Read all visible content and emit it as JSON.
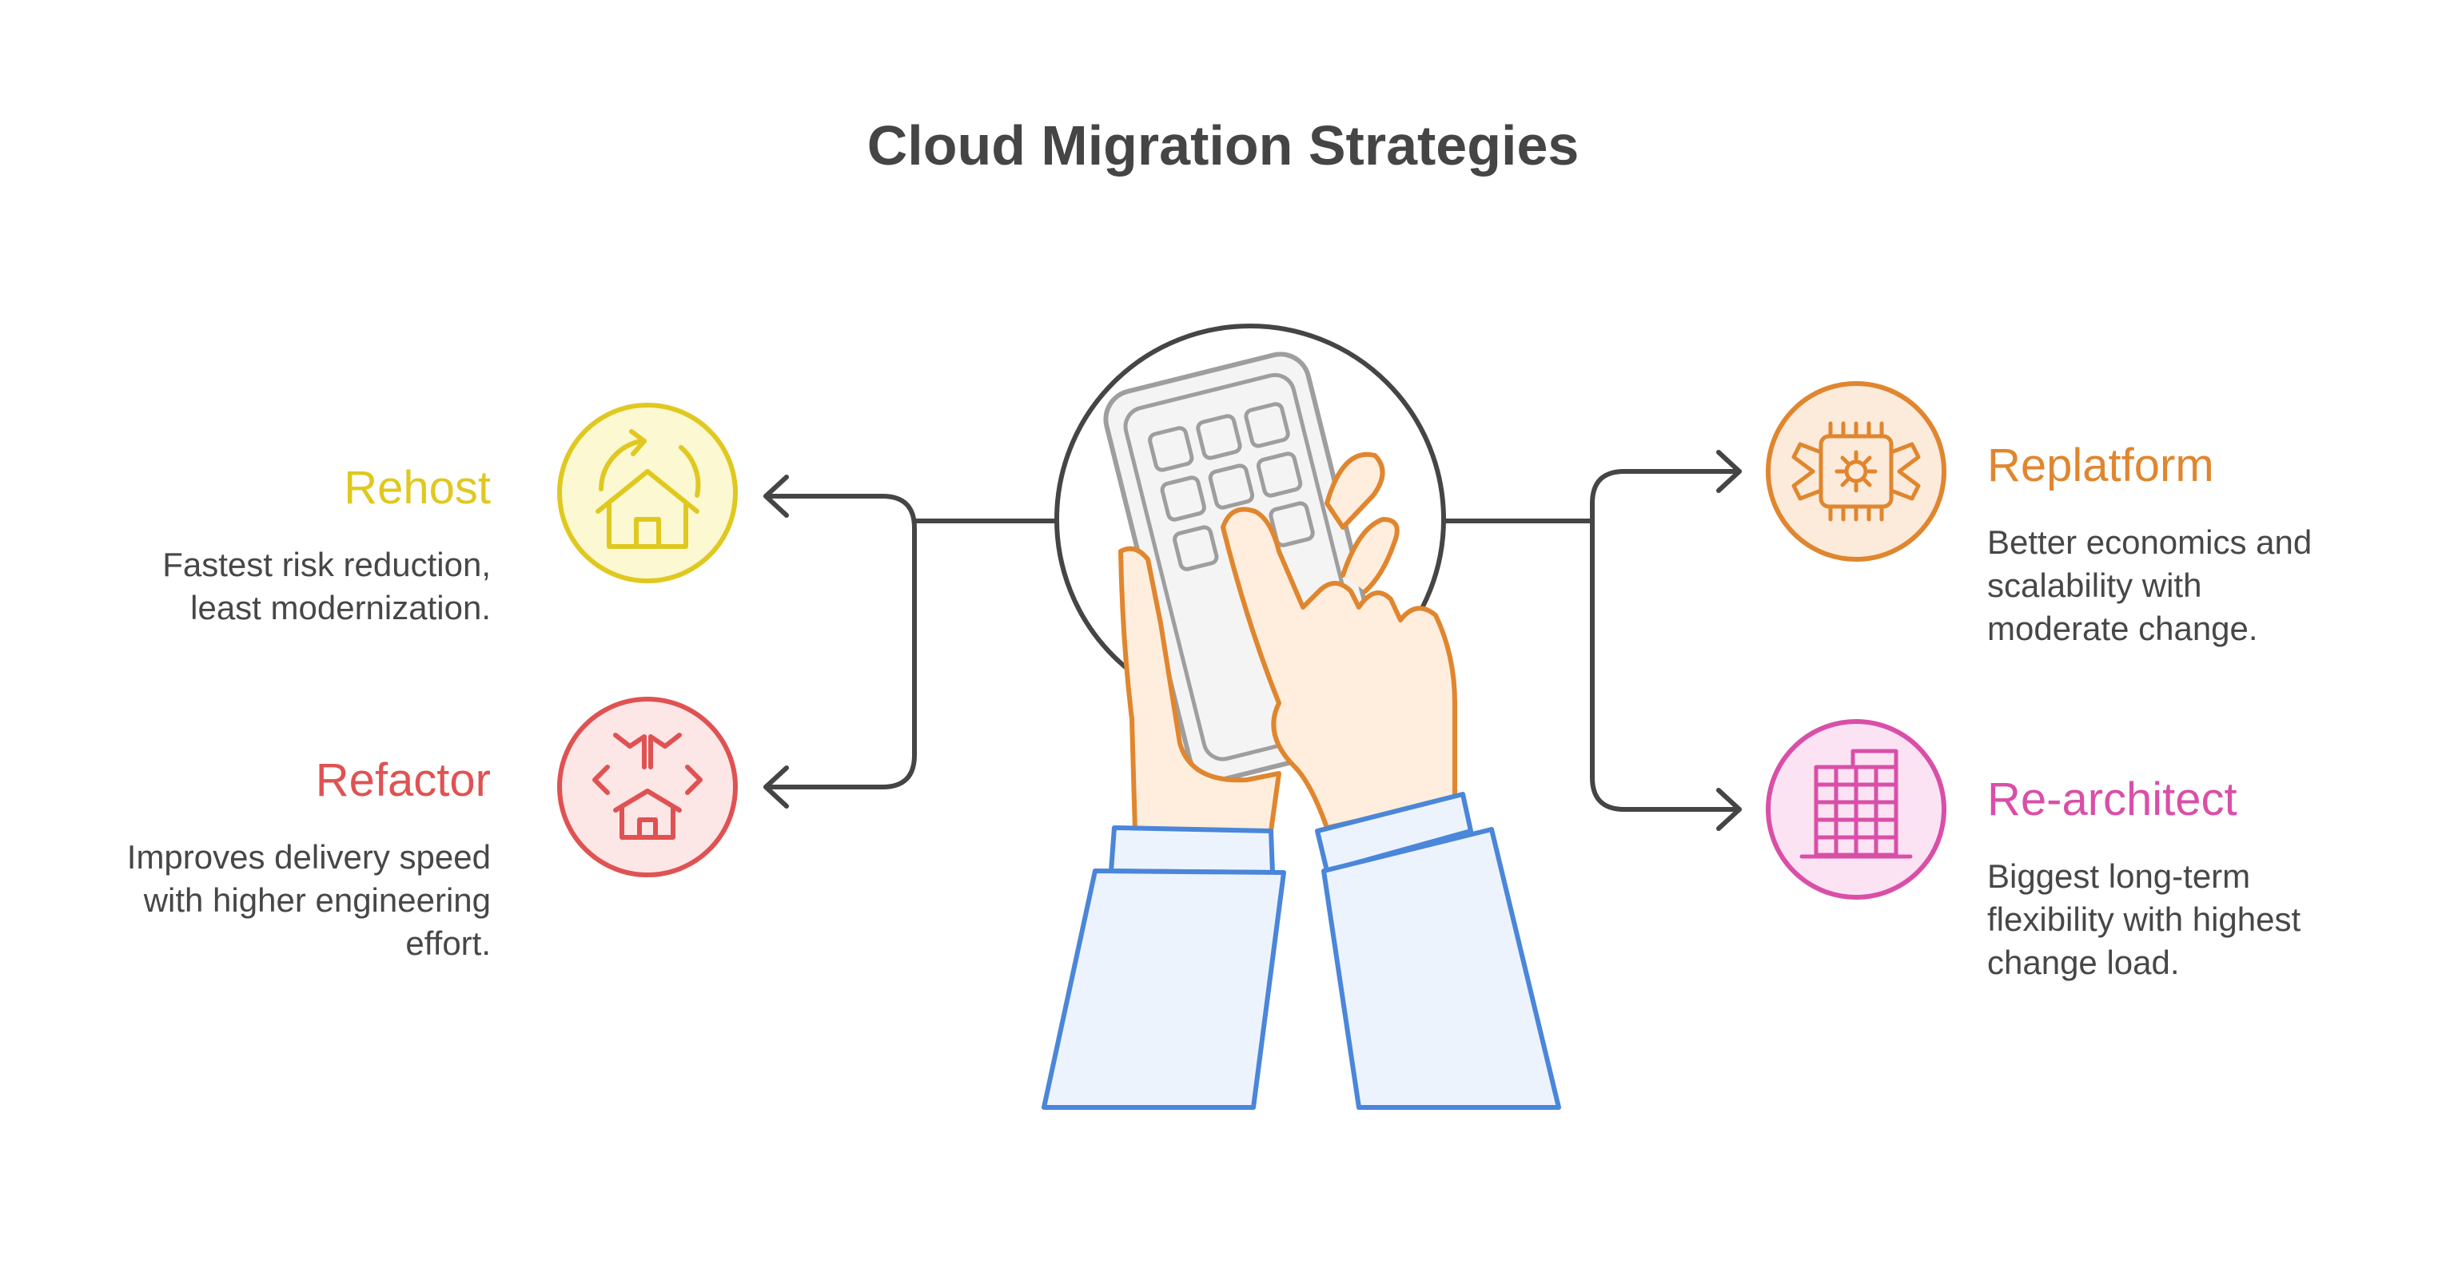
{
  "title": "Cloud Migration Strategies",
  "colors": {
    "rehost": "#E0C81F",
    "refactor": "#E05252",
    "replatform": "#E0862F",
    "rearchitect": "#D94FA8",
    "connector": "#454545",
    "hand_stroke": "#E0862F",
    "sleeve_stroke": "#4A86D9"
  },
  "strategies": {
    "rehost": {
      "label": "Rehost",
      "desc_line1": "Fastest risk reduction,",
      "desc_line2": "least modernization.",
      "icon": "house-refresh-icon"
    },
    "refactor": {
      "label": "Refactor",
      "desc_line1": "Improves delivery speed",
      "desc_line2": "with higher engineering",
      "desc_line3": "effort.",
      "icon": "house-code-icon"
    },
    "replatform": {
      "label": "Replatform",
      "desc_line1": "Better economics and",
      "desc_line2": "scalability with",
      "desc_line3": "moderate change.",
      "icon": "chip-gear-icon"
    },
    "rearchitect": {
      "label": "Re-architect",
      "desc_line1": "Biggest long-term",
      "desc_line2": "flexibility with highest",
      "desc_line3": "change load.",
      "icon": "building-icon"
    }
  },
  "center_icon": "hand-keypad-icon"
}
